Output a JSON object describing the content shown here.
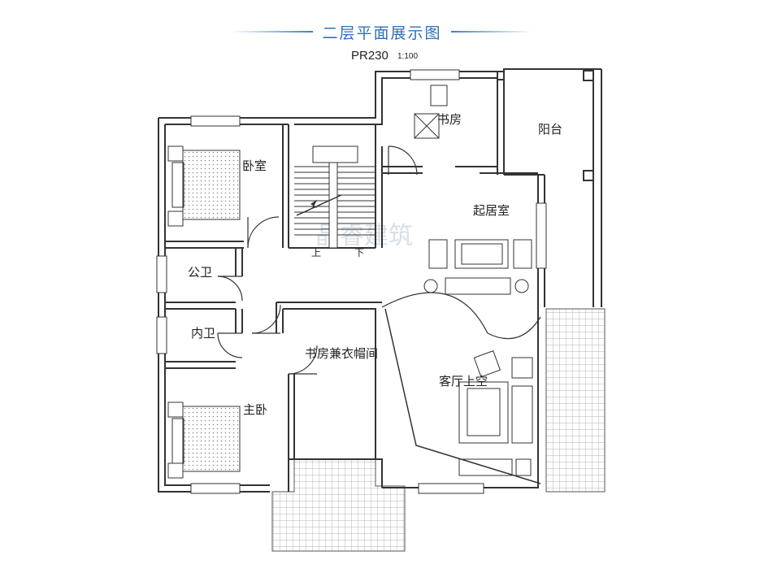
{
  "header": {
    "title": "二层平面展示图",
    "code": "PR230",
    "scale": "1:100",
    "accent_color": "#2f6fba"
  },
  "rooms": {
    "bedroom": "卧室",
    "study_top": "书房",
    "balcony": "阳台",
    "living": "起居室",
    "public_bath": "公卫",
    "private_bath": "内卫",
    "study_cloak": "书房兼衣帽间",
    "master": "主卧",
    "double_height": "客厅上空"
  },
  "stairs": {
    "up": "上",
    "down": "下"
  },
  "watermark": "晶睿建筑"
}
